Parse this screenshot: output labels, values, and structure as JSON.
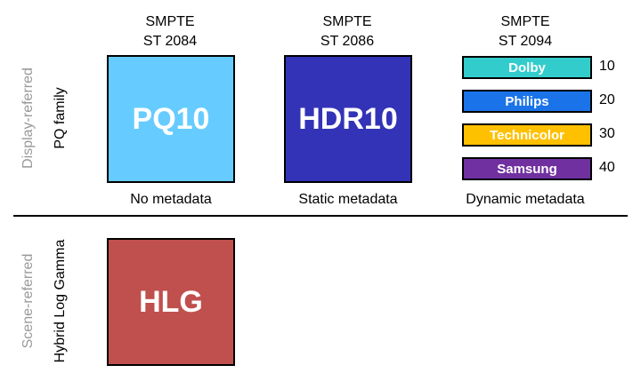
{
  "colors": {
    "pq10": "#66CCFF",
    "hdr10": "#3333B8",
    "hlg": "#C0504D",
    "dolby": "#33CCCC",
    "philips": "#1A73E8",
    "technicolor": "#FFC000",
    "samsung": "#7030A0",
    "gray_label": "#999999"
  },
  "standards": {
    "st2084": [
      "SMPTE",
      "ST 2084"
    ],
    "st2086": [
      "SMPTE",
      "ST 2086"
    ],
    "st2094": [
      "SMPTE",
      "ST 2094"
    ]
  },
  "rows": {
    "display": {
      "category": "Display-referred",
      "family": "PQ family"
    },
    "scene": {
      "category": "Scene-referred",
      "family": "Hybrid Log Gamma"
    }
  },
  "boxes": {
    "pq10": "PQ10",
    "hdr10": "HDR10",
    "hlg": "HLG"
  },
  "captions": {
    "no_metadata": "No metadata",
    "static_metadata": "Static metadata",
    "dynamic_metadata": "Dynamic metadata"
  },
  "vendors": [
    {
      "name": "Dolby",
      "number": "10"
    },
    {
      "name": "Philips",
      "number": "20"
    },
    {
      "name": "Technicolor",
      "number": "30"
    },
    {
      "name": "Samsung",
      "number": "40"
    }
  ]
}
